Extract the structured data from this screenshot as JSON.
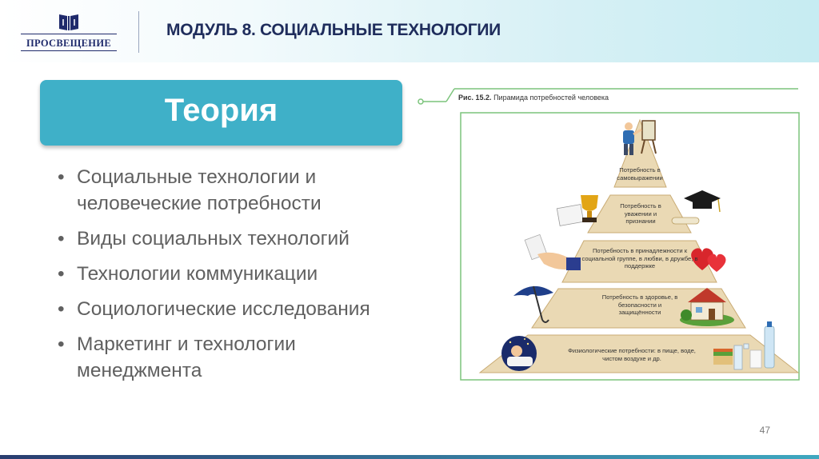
{
  "header": {
    "logo_text": "ПРОСВЕЩЕНИЕ",
    "title": "МОДУЛЬ 8. СОЦИАЛЬНЫЕ ТЕХНОЛОГИИ"
  },
  "theory": {
    "label": "Теория"
  },
  "bullets": [
    "Социальные технологии и человеческие потребности",
    "Виды социальных технологий",
    "Технологии коммуникации",
    "Социологические исследования",
    "Маркетинг и технологии менеджмента"
  ],
  "figure": {
    "caption_prefix": "Рис. 15.2.",
    "caption_text": "Пирамида потребностей человека",
    "levels": [
      "Потребность в самовыражении",
      "Потребность в уважении и признании",
      "Потребность в принадлежности к социальной группе, в любви, в дружбе, в поддержке",
      "Потребность в здоровье, в безопасности и защищённости",
      "Физиологические потребности: в пище, воде, чистом воздухе и др."
    ]
  },
  "page_number": "47",
  "colors": {
    "accent": "#3fb0c8",
    "title": "#1f2d5c",
    "figure_frame": "#7cc47c",
    "pyramid_fill": "#ead9b4",
    "pyramid_edge": "#c9ab74"
  }
}
